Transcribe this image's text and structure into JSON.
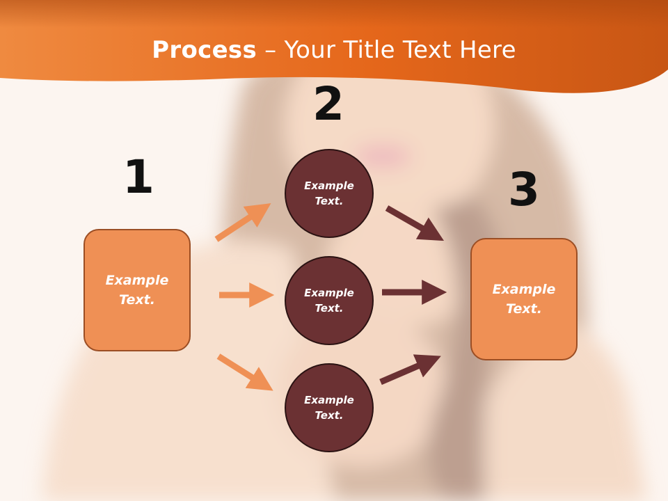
{
  "title": {
    "bold": "Process",
    "rest": " – Your Title Text Here"
  },
  "steps": {
    "one": "1",
    "two": "2",
    "three": "3"
  },
  "boxes": {
    "left": "Example Text.",
    "right": "Example Text."
  },
  "circles": {
    "top": "Example Text.",
    "middle": "Example Text.",
    "bottom": "Example Text."
  },
  "colors": {
    "banner": "#e66c1d",
    "box_fill": "#ef9055",
    "circle_fill": "#6b3133",
    "arrow_light": "#ef9055",
    "arrow_dark": "#6b3133"
  },
  "background": {
    "image": "blurred portrait photo"
  }
}
